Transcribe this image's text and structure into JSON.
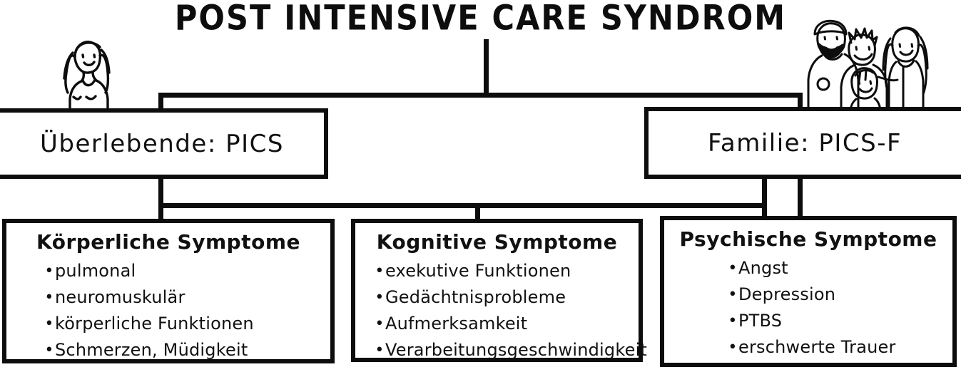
{
  "title": "POST INTENSIVE CARE SYNDROM",
  "accent_color": "#0d0d0d",
  "background_color": "#ffffff",
  "tiers": [
    {
      "id": "survivor",
      "label": "Überlebende: PICS"
    },
    {
      "id": "family",
      "label": "Familie: PICS-F"
    }
  ],
  "symptom_groups": [
    {
      "id": "physical",
      "heading": "Körperliche Symptome",
      "bullet": "•",
      "items": [
        "pulmonal",
        "neuromuskulär",
        "körperliche  Funktionen",
        "Schmerzen, Müdigkeit"
      ]
    },
    {
      "id": "cognitive",
      "heading": "Kognitive Symptome",
      "bullet": "•",
      "items": [
        "exekutive Funktionen",
        "Gedächtnisprobleme",
        "Aufmerksamkeit",
        "Verarbeitungsgeschwindigkeit"
      ]
    },
    {
      "id": "psych",
      "heading": "Psychische Symptome",
      "bullet": "•",
      "items": [
        "Angst",
        "Depression",
        "PTBS",
        "erschwerte Trauer"
      ]
    }
  ],
  "illustrations": [
    {
      "id": "survivor-figure",
      "name": "doodle-survivor-person"
    },
    {
      "id": "family-figure",
      "name": "doodle-family-group"
    }
  ]
}
